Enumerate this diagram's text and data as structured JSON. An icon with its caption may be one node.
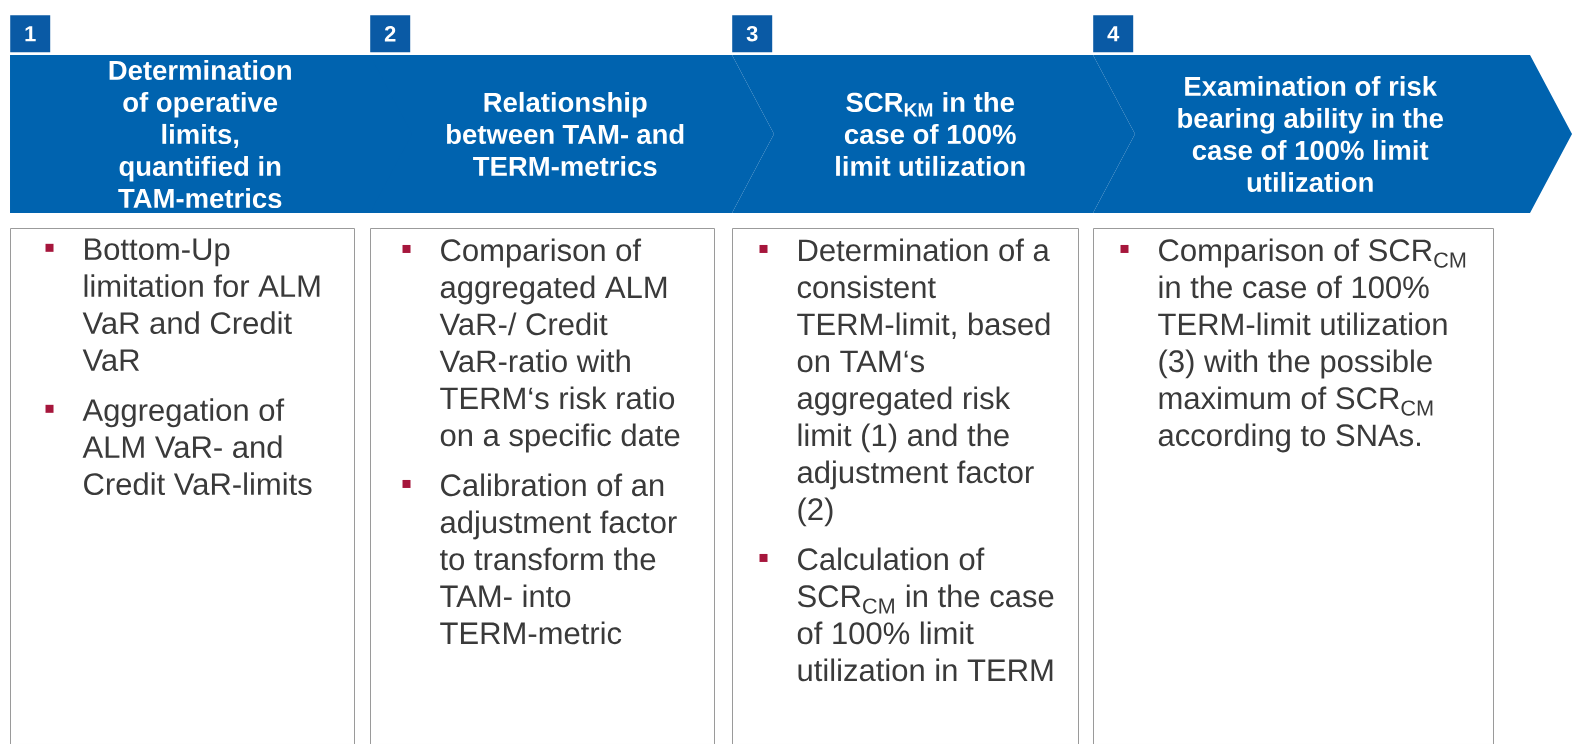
{
  "diagram": {
    "nodes": [
      {
        "text": [
          "1"
        ]
      },
      {
        "text": [
          "2"
        ]
      },
      {
        "text": [
          "3"
        ]
      },
      {
        "text": [
          "4"
        ]
      },
      {
        "text": [
          "Determination of operative limits, quantified in TAM-metrics"
        ]
      },
      {
        "text": [
          "Relationship between TAM- and TERM-metrics"
        ]
      },
      {
        "text": [
          "SCR$_{KM}$ in the case of 100% limit utilization"
        ]
      },
      {
        "text": [
          "Examination of risk bearing ability in the case of 100% limit utilization"
        ]
      },
      {
        "text": [
          "Bottom-Up limitation for ALM VaR and Credit VaR",
          "Aggregation of ALM VaR- and Credit VaR-limits"
        ]
      },
      {
        "text": [
          "Comparison of aggregated ALM VaR-/ Credit VaR-ratio with TERM‘s risk ratio on a specific date",
          "Calibration of an adjustment factor to transform the TAM- into TERM-metric"
        ]
      },
      {
        "text": [
          "Determination of a consistent TERM-limit, based on TAM‘s aggregated risk limit (1) and the adjustment factor (2)",
          "Calculation of SCR$_{CM}$ in the case of 100% limit utilization in TERM"
        ]
      },
      {
        "text": [
          "Comparison of SCR$_{CM}$ in the case of 100% TERM-limit utilization (3) with the possible maximum of SCR$_{CM}$ according to SNAs."
        ]
      }
    ]
  }
}
